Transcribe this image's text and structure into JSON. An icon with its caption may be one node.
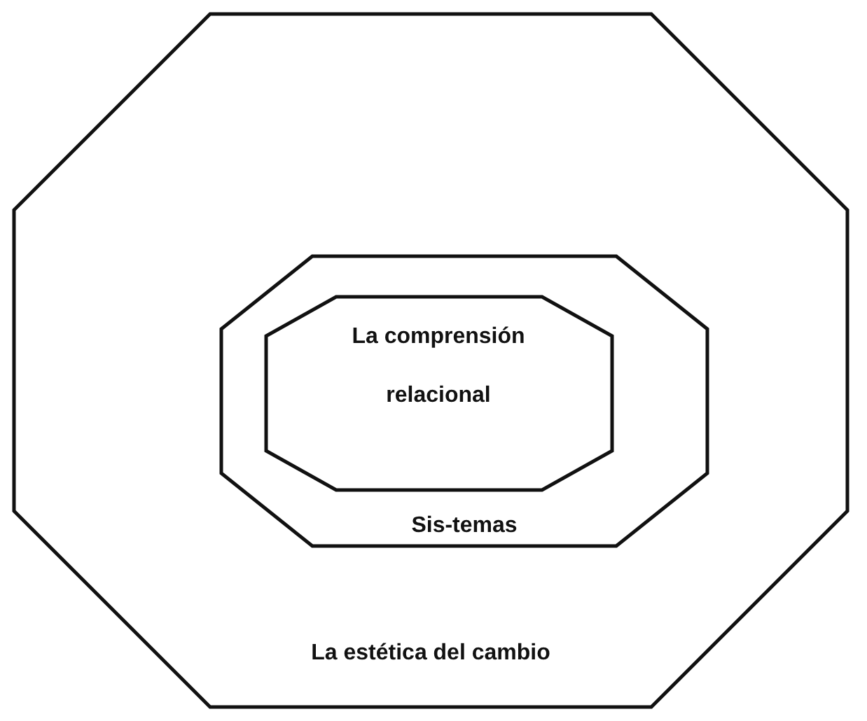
{
  "diagram": {
    "nodes": [
      {
        "text": [
          "La estética del cambio"
        ]
      },
      {
        "text": [
          "Sis-temas"
        ],
        "in": 0
      },
      {
        "text": [
          "La comprensión relacional"
        ],
        "in": 1
      }
    ]
  }
}
